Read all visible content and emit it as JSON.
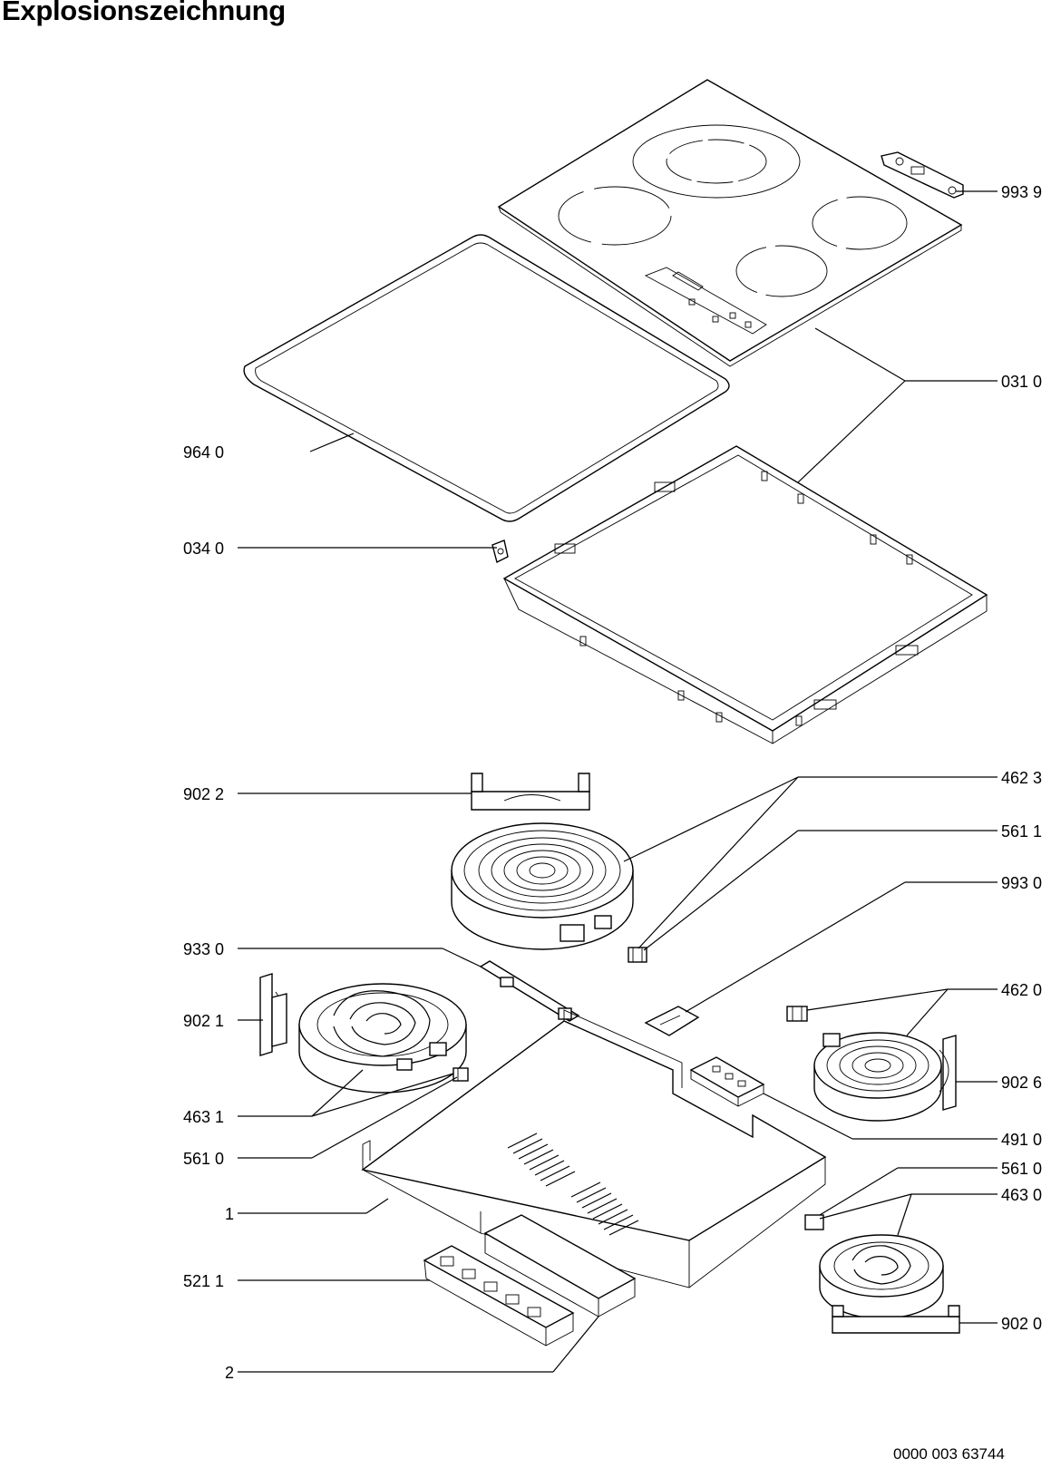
{
  "document": {
    "title": "Explosionszeichnung",
    "number": "0000 003 63744"
  },
  "labels": {
    "l9939": "993 9",
    "l0310": "031 0",
    "l9640": "964 0",
    "l0340": "034 0",
    "l9022": "902 2",
    "l4623": "462 3",
    "l5611": "561 1",
    "l9930": "993 0",
    "l9330": "933 0",
    "l9021": "902 1",
    "l4620": "462 0",
    "l9026": "902 6",
    "l4631": "463 1",
    "l5610a": "561 0",
    "l4910": "491 0",
    "l5610b": "561 0",
    "l4630": "463 0",
    "l1": "1",
    "l5211": "521 1",
    "l9020": "902 0",
    "l2": "2"
  }
}
